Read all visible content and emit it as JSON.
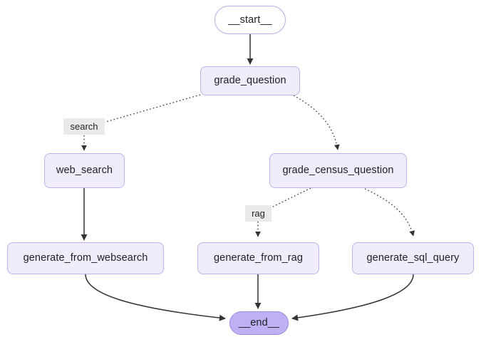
{
  "diagram": {
    "title": "langgraph-state-graph",
    "background_color": "#ffffff",
    "node_fill": "#f0ecfc",
    "node_border": "#c3b1e8",
    "end_fill": "#bfb0f3",
    "end_border": "#9c86e0",
    "edge_color": "#333333",
    "label_background": "#eaeaea"
  },
  "nodes": {
    "start": {
      "label": "__start__",
      "shape": "stadium"
    },
    "grade_question": {
      "label": "grade_question",
      "shape": "rounded-rect"
    },
    "web_search": {
      "label": "web_search",
      "shape": "rounded-rect"
    },
    "grade_census_question": {
      "label": "grade_census_question",
      "shape": "rounded-rect"
    },
    "generate_from_websearch": {
      "label": "generate_from_websearch",
      "shape": "rounded-rect"
    },
    "generate_from_rag": {
      "label": "generate_from_rag",
      "shape": "rounded-rect"
    },
    "generate_sql_query": {
      "label": "generate_sql_query",
      "shape": "rounded-rect"
    },
    "end": {
      "label": "__end__",
      "shape": "stadium"
    }
  },
  "edge_labels": {
    "search": "search",
    "rag": "rag"
  },
  "edges": [
    {
      "from": "start",
      "to": "grade_question",
      "style": "solid",
      "label": ""
    },
    {
      "from": "grade_question",
      "to": "web_search",
      "style": "dotted",
      "label": "search"
    },
    {
      "from": "grade_question",
      "to": "grade_census_question",
      "style": "dotted",
      "label": ""
    },
    {
      "from": "web_search",
      "to": "generate_from_websearch",
      "style": "solid",
      "label": ""
    },
    {
      "from": "grade_census_question",
      "to": "generate_from_rag",
      "style": "dotted",
      "label": "rag"
    },
    {
      "from": "grade_census_question",
      "to": "generate_sql_query",
      "style": "dotted",
      "label": ""
    },
    {
      "from": "generate_from_websearch",
      "to": "end",
      "style": "solid",
      "label": ""
    },
    {
      "from": "generate_from_rag",
      "to": "end",
      "style": "solid",
      "label": ""
    },
    {
      "from": "generate_sql_query",
      "to": "end",
      "style": "solid",
      "label": ""
    }
  ]
}
